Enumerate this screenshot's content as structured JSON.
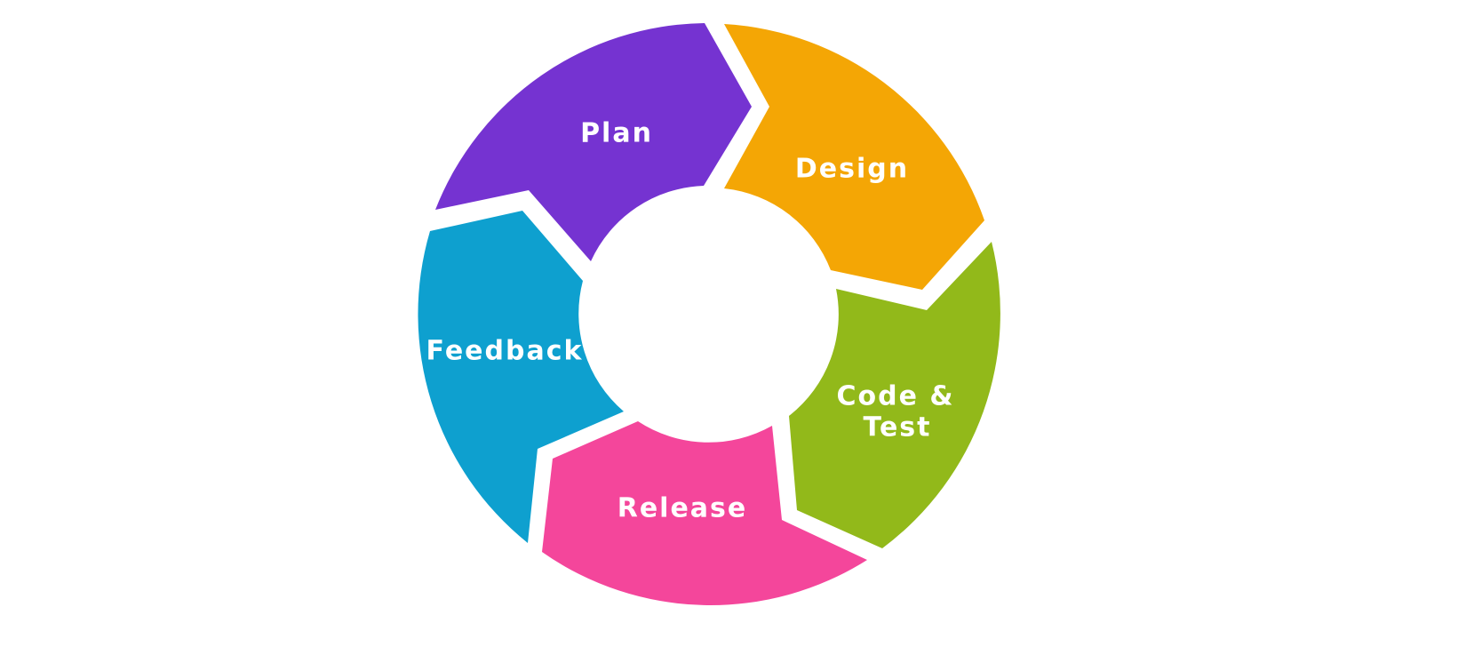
{
  "title": "Development cycle",
  "segments": [
    {
      "id": "plan",
      "label": "Plan",
      "color": "#7533d1"
    },
    {
      "id": "design",
      "label": "Design",
      "color": "#f4a605"
    },
    {
      "id": "code-test",
      "label_line1": "Code &",
      "label_line2": "Test",
      "color": "#92b91a"
    },
    {
      "id": "release",
      "label": "Release",
      "color": "#f4469b"
    },
    {
      "id": "feedback",
      "label": "Feedback",
      "color": "#0ea0cf"
    }
  ]
}
